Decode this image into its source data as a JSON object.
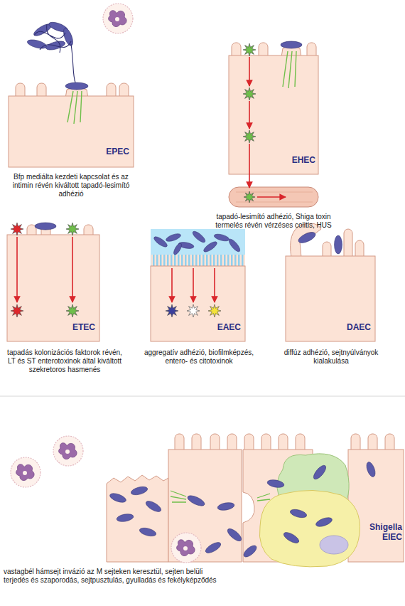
{
  "diagram": {
    "nodes": [
      {
        "text": [
          "EPEC",
          "Bfp mediálta kezdeti kapcsolat és az intimin révén kiváltott tapadó-lesimító adhézió"
        ]
      },
      {
        "text": [
          "EHEC",
          "tapadó-lesimító adhézió, Shiga toxin termelés révén vérzéses colitis, HUS"
        ]
      },
      {
        "text": [
          "ETEC",
          "tapadás kolonizációs faktorok révén, LT és ST enterotoxinok által kiváltott szekretoros hasmenés"
        ]
      },
      {
        "text": [
          "EAEC",
          "aggregatív adhézió, biofilmképzés, entero- és citotoxinok"
        ]
      },
      {
        "text": [
          "DAEC",
          "diffúz adhézió, sejtnyúlványok kialakulása"
        ]
      },
      {
        "text": [
          "Shigella EIEC",
          "vastagbél hámsejt invázió az M sejteken keresztül, sejten belüli terjedés és szaporodás, sejtpusztulás, gyulladás és fekélyképződés"
        ]
      }
    ]
  }
}
